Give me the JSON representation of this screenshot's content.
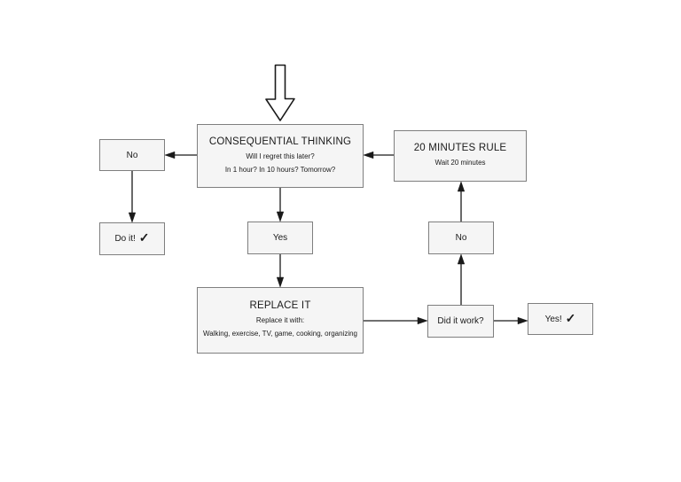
{
  "diagram": {
    "colors": {
      "background": "#ffffff",
      "box_fill": "#f5f5f5",
      "box_border": "#7f7f7f",
      "line": "#1a1a1a",
      "text": "#1a1a1a"
    },
    "nodes": {
      "consequential": {
        "title": "CONSEQUENTIAL THINKING",
        "line1": "Will I regret this later?",
        "line2": "In 1 hour? In 10 hours? Tomorrow?"
      },
      "no_left": {
        "label": "No"
      },
      "do_it": {
        "label": "Do it!",
        "check": "✓"
      },
      "yes_mid": {
        "label": "Yes"
      },
      "replace": {
        "title": "REPLACE IT",
        "line1": "Replace it with:",
        "line2": "Walking, exercise, TV, game, cooking, organizing"
      },
      "did_it_work": {
        "label": "Did it work?"
      },
      "yes_right": {
        "label": "Yes!",
        "check": "✓"
      },
      "no_right": {
        "label": "No"
      },
      "twenty_minutes": {
        "title": "20 MINUTES RULE",
        "line1": "Wait 20 minutes"
      }
    },
    "edges": [
      {
        "from": "start-arrow",
        "to": "consequential",
        "direction": "down"
      },
      {
        "from": "consequential",
        "to": "no_left",
        "direction": "left"
      },
      {
        "from": "no_left",
        "to": "do_it",
        "direction": "down"
      },
      {
        "from": "consequential",
        "to": "yes_mid",
        "direction": "down"
      },
      {
        "from": "yes_mid",
        "to": "replace",
        "direction": "down"
      },
      {
        "from": "replace",
        "to": "did_it_work",
        "direction": "right"
      },
      {
        "from": "did_it_work",
        "to": "yes_right",
        "direction": "right"
      },
      {
        "from": "did_it_work",
        "to": "no_right",
        "direction": "up"
      },
      {
        "from": "no_right",
        "to": "twenty_minutes",
        "direction": "up"
      },
      {
        "from": "twenty_minutes",
        "to": "consequential",
        "direction": "left"
      }
    ]
  }
}
